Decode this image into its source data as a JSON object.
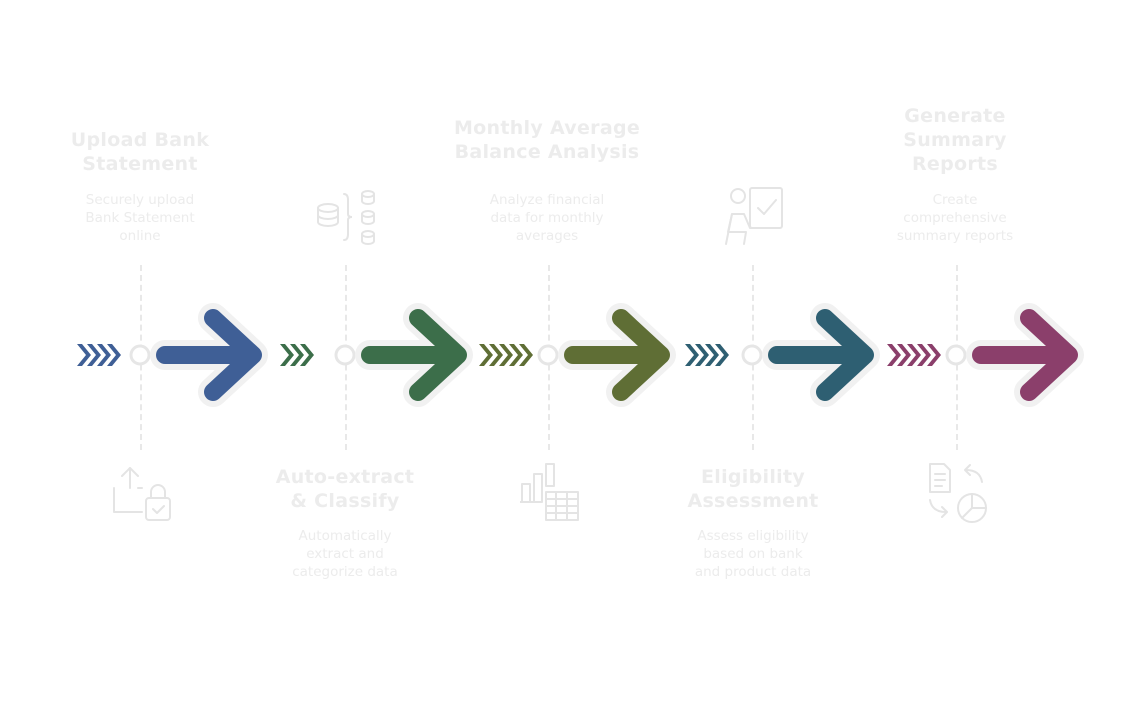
{
  "steps": [
    {
      "title": "Upload Bank\nStatement",
      "desc": "Securely upload\nBank Statement\nonline",
      "icon": "upload-lock-icon",
      "color": "#3f5f96"
    },
    {
      "title": "Auto-extract\n& Classify",
      "desc": "Automatically\nextract and\ncategorize data",
      "icon": "database-sort-icon",
      "color": "#3c6e4a"
    },
    {
      "title": "Monthly Average\nBalance Analysis",
      "desc": "Analyze financial\ndata for monthly\naverages",
      "icon": "chart-table-icon",
      "color": "#5f6e35"
    },
    {
      "title": "Eligibility\nAssessment",
      "desc": "Assess eligibility\nbased on bank\nand product data",
      "icon": "person-checklist-icon",
      "color": "#2e5f72"
    },
    {
      "title": "Generate\nSummary\nReports",
      "desc": "Create\ncomprehensive\nsummary reports",
      "icon": "report-pie-icon",
      "color": "#8b3f6b"
    }
  ]
}
